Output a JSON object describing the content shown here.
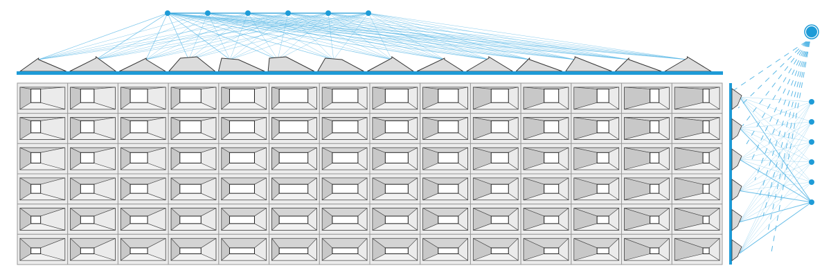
{
  "diagram": {
    "grid": {
      "columns": 14,
      "rows": 6
    },
    "top_nodes": 6,
    "right_nodes": 6,
    "roof_modules": 14,
    "side_modules": 6
  },
  "colors": {
    "accent": "#1e9bd7",
    "link": "#5ab8e6",
    "cell_fill": "#ececec",
    "panel_dark": "#c8c8c8",
    "outline": "#444444"
  }
}
